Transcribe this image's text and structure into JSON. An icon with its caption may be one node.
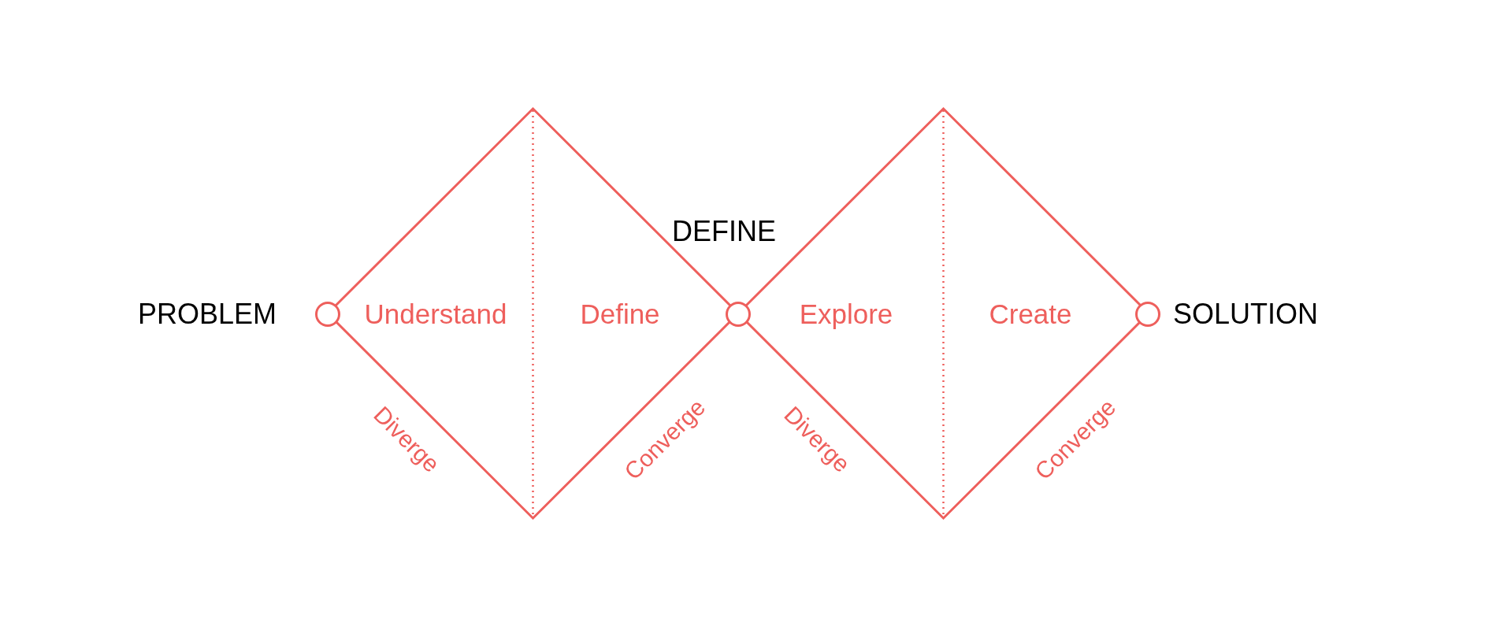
{
  "diagram": {
    "nodes": [
      {
        "text": [],
        "shape": "circle"
      },
      {
        "text": [
          "Understand",
          "Define"
        ],
        "beside": [
          "Diverge",
          "Converge"
        ]
      },
      {
        "text": [],
        "shape": "circle"
      },
      {
        "text": [
          "Explore",
          "Create"
        ],
        "beside": [
          "Diverge",
          "Converge"
        ]
      },
      {
        "text": [],
        "shape": "circle"
      }
    ],
    "labels": [
      "PROBLEM",
      "DEFINE",
      "SOLUTION"
    ]
  }
}
